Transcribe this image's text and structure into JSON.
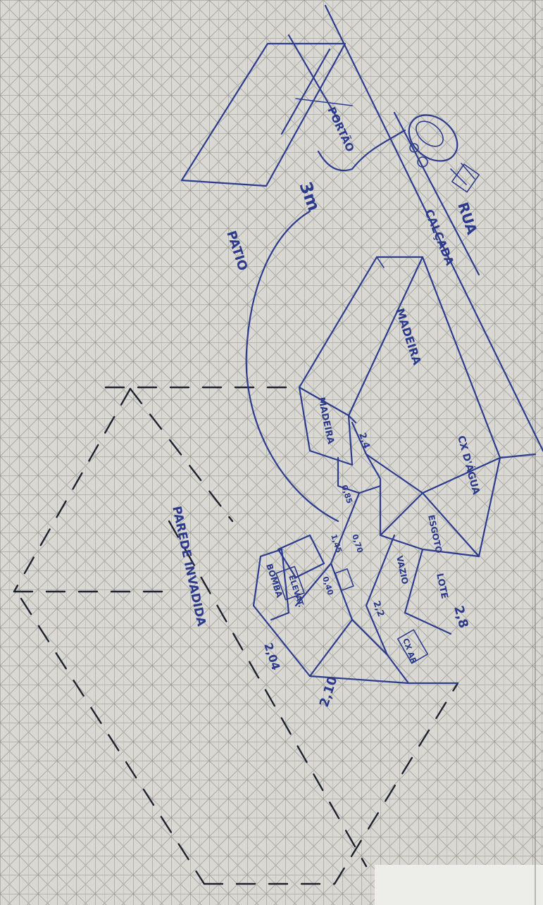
{
  "colors": {
    "paper": "#d9d8d2",
    "grid": "#9a9c98",
    "ink": "#2d3c8e",
    "dashed_ink": "#1d2130"
  },
  "labels": {
    "rua": "RUA",
    "calcada": "CALÇADA",
    "portao": "PORTÃO",
    "distance_3m": "3m",
    "patio": "PATIO",
    "madeiras": "MADEIRA",
    "madeiras2": "MADEIRA",
    "cx_dagua": "CX D'ÁGUA",
    "esgoto": "ESGOTO",
    "vazio": "VAZIO",
    "lote": "LOTE",
    "bomba": "BOMBA",
    "elevatoria": "ELEVAT.",
    "cx_ar": "CX AR",
    "parede_invadida": "PAREDE INVADIDA"
  },
  "dimensions": {
    "d_2_8": "2,8",
    "d_2_2": "2,2",
    "d_2_4": "2,4",
    "d_2_04": "2,04",
    "d_2_10": "2,10",
    "d_0_70": "0,70",
    "d_0_85": "0,85",
    "d_0_40": "0,40",
    "d_1_45": "1,45"
  }
}
